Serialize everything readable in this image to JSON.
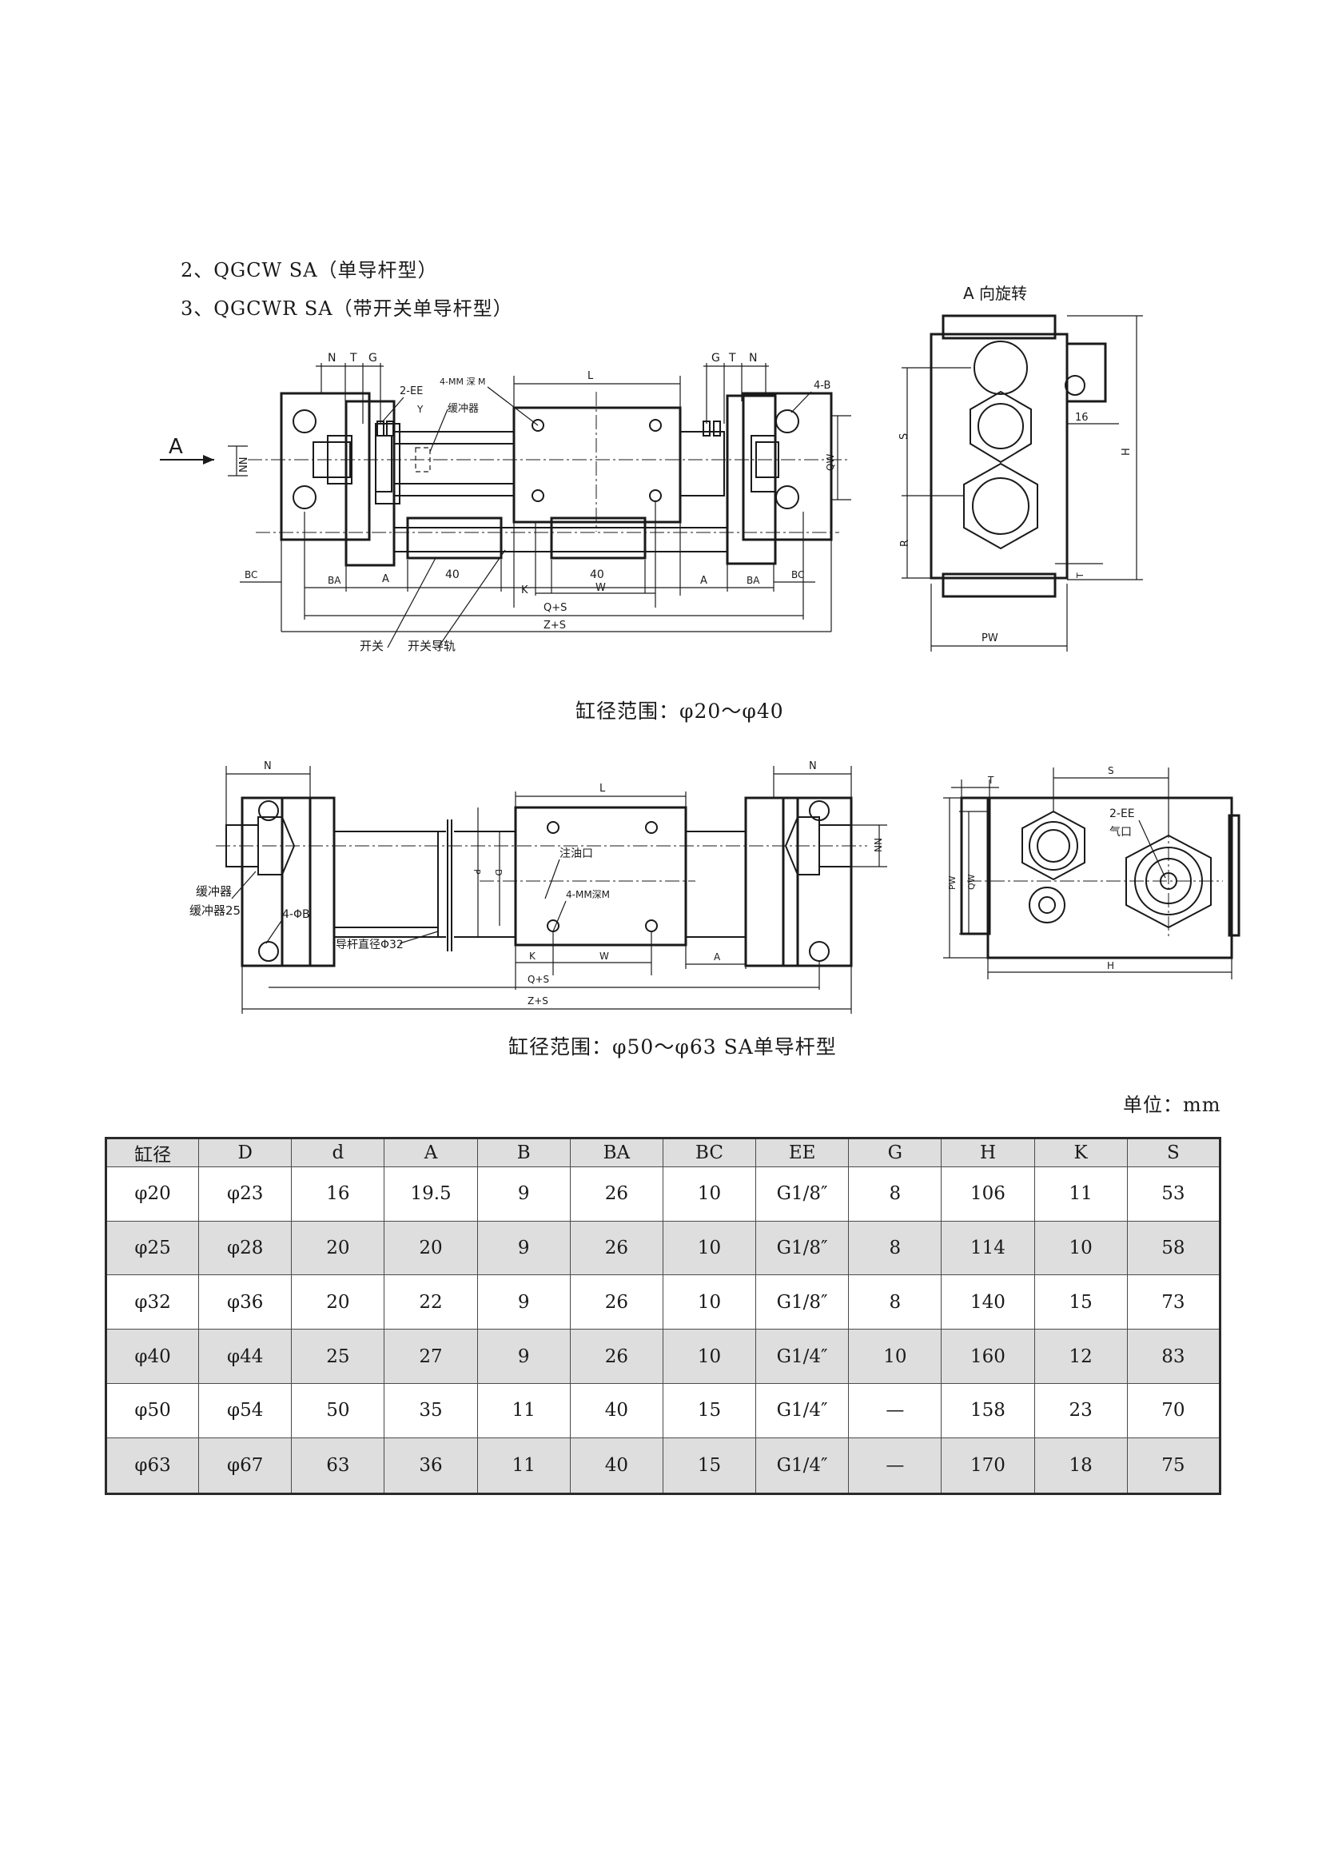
{
  "headings": [
    "2、QGCW   SA（单导杆型）",
    "3、QGCWR   SA（带开关单导杆型）"
  ],
  "captions": {
    "range_small": "缸径范围：φ20～φ40",
    "range_large": "缸径范围：φ50～φ63  SA单导杆型"
  },
  "unit": "单位：mm",
  "drawing1": {
    "view_title": "A 向旋转",
    "labels": {
      "N": "N",
      "T": "T",
      "G": "G",
      "EE": "2-EE",
      "Y": "Y",
      "MM": "4-MM 深 M",
      "L": "L",
      "B": "4-B",
      "cushion": "缓冲器",
      "A_arrow": "A",
      "NN": "NN",
      "QW": "QW",
      "BC": "BC",
      "BA": "BA",
      "A": "A",
      "dim40": "40",
      "K": "K",
      "W": "W",
      "QS": "Q+S",
      "ZS": "Z+S",
      "switch": "开关",
      "rail": "开关导轨"
    },
    "side_labels": {
      "S": "S",
      "R": "R",
      "H": "H",
      "T": "T",
      "PW": "PW",
      "dim16": "16"
    }
  },
  "drawing2": {
    "labels": {
      "N": "N",
      "L": "L",
      "NN": "NN",
      "oil": "注油口",
      "MM": "4-MM深M",
      "cushion": "缓冲器",
      "cushion25": "缓冲器25",
      "B": "4-ΦB",
      "rod": "导杆直径Φ32",
      "K": "K",
      "W": "W",
      "A": "A",
      "QS": "Q+S",
      "ZS": "Z+S",
      "P": "P",
      "D": "D"
    },
    "side_labels": {
      "T": "T",
      "S": "S",
      "EE": "2-EE",
      "air": "气口",
      "PW": "PW",
      "QW": "QW",
      "H": "H"
    }
  },
  "table": {
    "headers": [
      "缸径",
      "D",
      "d",
      "A",
      "B",
      "BA",
      "BC",
      "EE",
      "G",
      "H",
      "K",
      "S"
    ],
    "rows": [
      [
        "φ20",
        "φ23",
        "16",
        "19.5",
        "9",
        "26",
        "10",
        "G1/8″",
        "8",
        "106",
        "11",
        "53"
      ],
      [
        "φ25",
        "φ28",
        "20",
        "20",
        "9",
        "26",
        "10",
        "G1/8″",
        "8",
        "114",
        "10",
        "58"
      ],
      [
        "φ32",
        "φ36",
        "20",
        "22",
        "9",
        "26",
        "10",
        "G1/8″",
        "8",
        "140",
        "15",
        "73"
      ],
      [
        "φ40",
        "φ44",
        "25",
        "27",
        "9",
        "26",
        "10",
        "G1/4″",
        "10",
        "160",
        "12",
        "83"
      ],
      [
        "φ50",
        "φ54",
        "50",
        "35",
        "11",
        "40",
        "15",
        "G1/4″",
        "—",
        "158",
        "23",
        "70"
      ],
      [
        "φ63",
        "φ67",
        "63",
        "36",
        "11",
        "40",
        "15",
        "G1/4″",
        "—",
        "170",
        "18",
        "75"
      ]
    ]
  }
}
